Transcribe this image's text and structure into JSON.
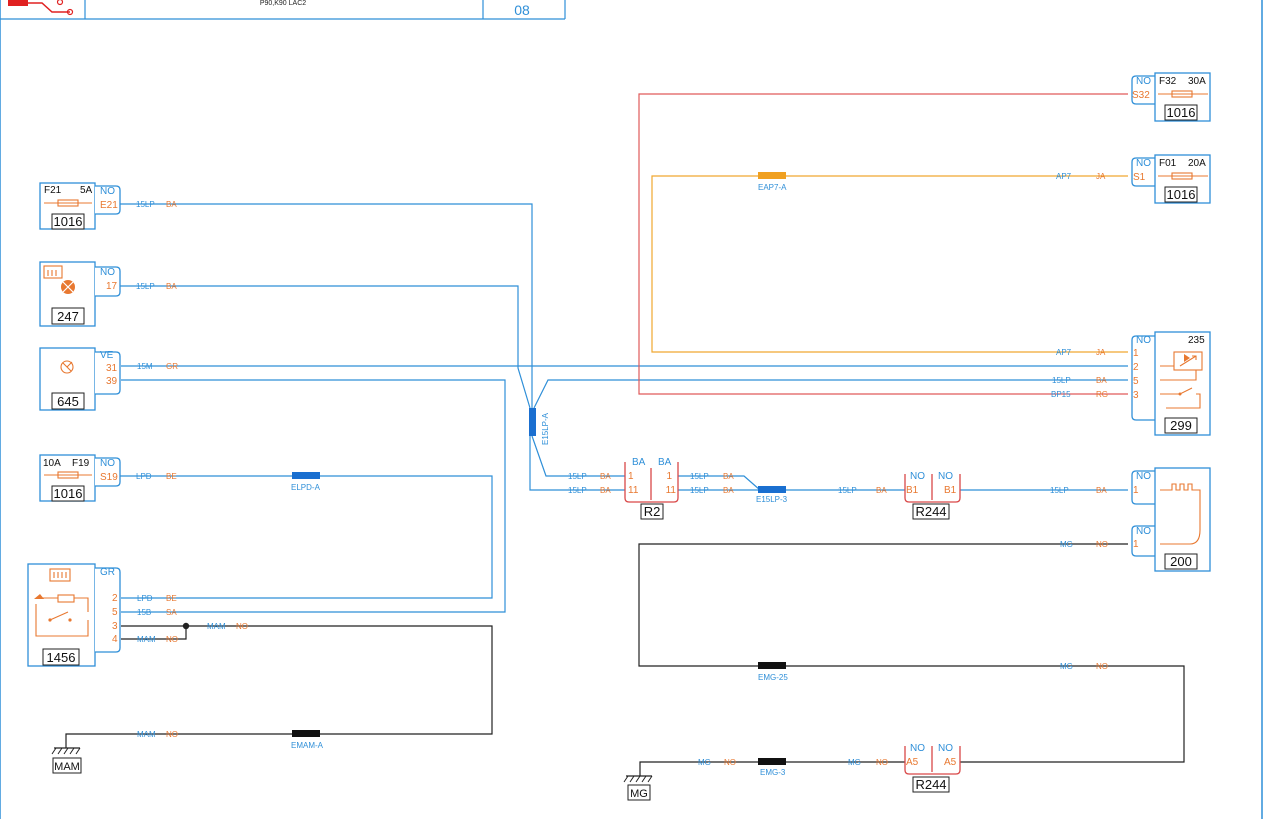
{
  "header": {
    "subtitle": "P90,K90 LAC2",
    "page_number": "08"
  },
  "colors": {
    "wire_blue": "#2f8fd8",
    "wire_red": "#e05a5a",
    "wire_yellow": "#f0a830",
    "wire_black": "#222222",
    "label_orange": "#e87830",
    "label_blue": "#2f8fd8",
    "connector_red": "#d94848"
  },
  "components": [
    {
      "key": "f32",
      "code": "1016",
      "label": "F32",
      "rating": "30A",
      "pin": "S32",
      "pin_color": "NO"
    },
    {
      "key": "f01",
      "code": "1016",
      "label": "F01",
      "rating": "20A",
      "pin": "S1",
      "pin_color": "NO"
    },
    {
      "key": "f21",
      "code": "1016",
      "label": "F21",
      "rating": "5A",
      "pin": "E21",
      "pin_color": "NO"
    },
    {
      "key": "c247",
      "code": "247",
      "pin": "17",
      "pin_color": "NO"
    },
    {
      "key": "c645",
      "code": "645",
      "pin_color": "VE",
      "pins": [
        "31",
        "39"
      ]
    },
    {
      "key": "f19",
      "code": "1016",
      "label": "F19",
      "rating": "10A",
      "pin": "S19",
      "pin_color": "NO"
    },
    {
      "key": "c1456",
      "code": "1456",
      "pin_color": "GR",
      "pins": [
        "2",
        "5",
        "3",
        "4"
      ]
    },
    {
      "key": "c299",
      "code": "299",
      "sub_code": "235",
      "pin_color": "NO",
      "pins": [
        "1",
        "2",
        "5",
        "3"
      ]
    },
    {
      "key": "c200",
      "code": "200",
      "pin_color_a": "NO",
      "pin_color_b": "NO",
      "pins": [
        "1",
        "1"
      ]
    },
    {
      "key": "r2",
      "code": "R2",
      "color_l": "BA",
      "color_r": "BA",
      "pins": [
        "1",
        "11",
        "1",
        "11"
      ]
    },
    {
      "key": "r244a",
      "code": "R244",
      "color_l": "NO",
      "color_r": "NO",
      "pin_l": "B1",
      "pin_r": "B1"
    },
    {
      "key": "r244b",
      "code": "R244",
      "color_l": "NO",
      "color_r": "NO",
      "pin_l": "A5",
      "pin_r": "A5"
    },
    {
      "key": "gnd_mam",
      "code": "MAM"
    },
    {
      "key": "gnd_mg",
      "code": "MG"
    }
  ],
  "wire_labels": {
    "w15lp": "15LP",
    "ba": "BA",
    "w15m": "15M",
    "gr": "GR",
    "lpd": "LPD",
    "be": "BE",
    "w15b": "15B",
    "sa": "SA",
    "mam": "MAM",
    "no": "NO",
    "ap7": "AP7",
    "ja": "JA",
    "bp15": "BP15",
    "rg": "RG",
    "mg": "MG"
  },
  "splices": {
    "e15lpa": "E15LP-A",
    "elpda": "ELPD-A",
    "eap7a": "EAP7-A",
    "e15lp3": "E15LP-3",
    "emg25": "EMG-25",
    "emg3": "EMG-3",
    "emama": "EMAM-A"
  }
}
